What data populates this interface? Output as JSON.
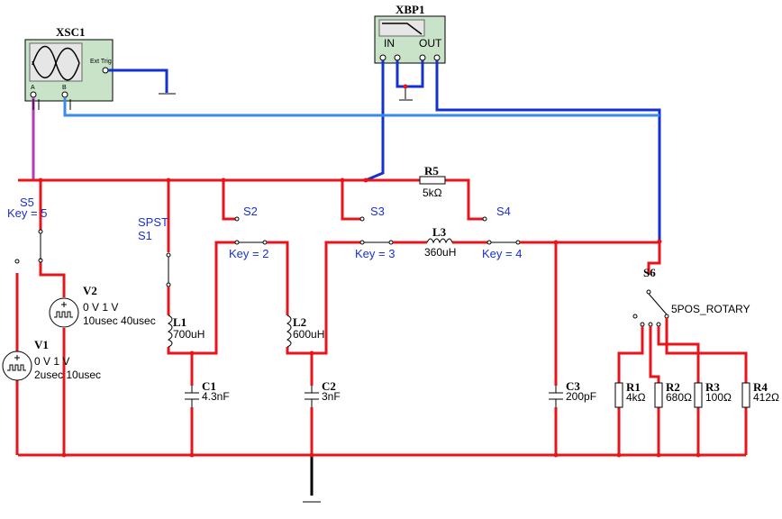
{
  "instruments": {
    "oscilloscope": {
      "ref": "XSC1",
      "ch_a": "A",
      "ch_b": "B",
      "ext_trig": "Ext Trig"
    },
    "bode_plotter": {
      "ref": "XBP1",
      "in": "IN",
      "out": "OUT"
    }
  },
  "sources": {
    "v1": {
      "ref": "V1",
      "line1": "0 V 1 V",
      "line2": "2usec 10usec"
    },
    "v2": {
      "ref": "V2",
      "line1": "0 V 1 V",
      "line2": "10usec 40usec"
    }
  },
  "switches": {
    "s5": {
      "ref": "S5",
      "key": "Key = 5"
    },
    "s1": {
      "ref": "S1",
      "type": "SPST"
    },
    "s2": {
      "ref": "S2",
      "key": "Key = 2"
    },
    "s3": {
      "ref": "S3",
      "key": "Key = 3"
    },
    "s4": {
      "ref": "S4",
      "key": "Key = 4"
    },
    "s6": {
      "ref": "S6",
      "type": "5POS_ROTARY"
    }
  },
  "components": {
    "r5": {
      "ref": "R5",
      "value": "5kΩ"
    },
    "l1": {
      "ref": "L1",
      "value": "700uH"
    },
    "l2": {
      "ref": "L2",
      "value": "600uH"
    },
    "l3": {
      "ref": "L3",
      "value": "360uH"
    },
    "c1": {
      "ref": "C1",
      "value": "4.3nF"
    },
    "c2": {
      "ref": "C2",
      "value": "3nF"
    },
    "c3": {
      "ref": "C3",
      "value": "200pF"
    },
    "r1": {
      "ref": "R1",
      "value": "4kΩ"
    },
    "r2": {
      "ref": "R2",
      "value": "680Ω"
    },
    "r3": {
      "ref": "R3",
      "value": "100Ω"
    },
    "r4": {
      "ref": "R4",
      "value": "412Ω"
    }
  },
  "colors": {
    "wire_red": "#e8141b",
    "wire_blue": "#1530d0",
    "wire_lightblue": "#3b8be6",
    "wire_magenta": "#b33bb8",
    "label_blue": "#1a2fd6",
    "instrument_green": "#c8e3c8"
  }
}
